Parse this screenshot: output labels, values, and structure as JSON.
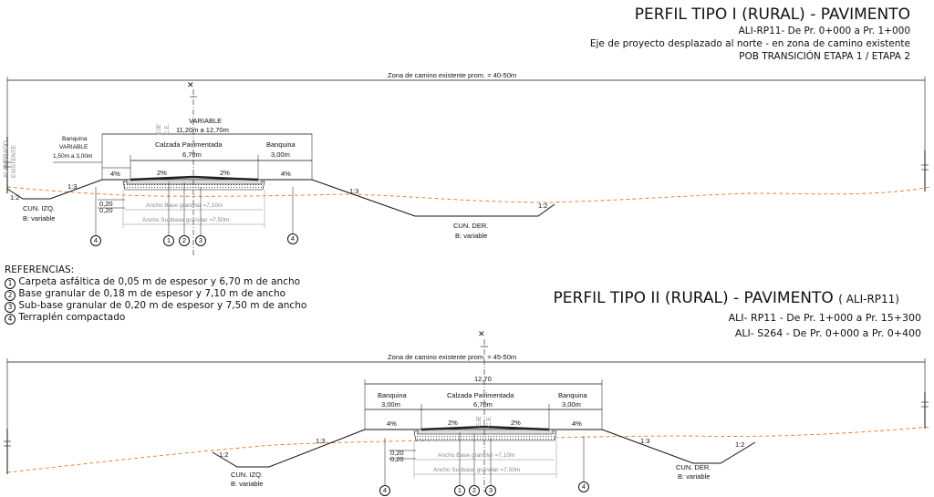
{
  "profile1": {
    "title": "PERFIL TIPO I (RURAL) - PAVIMENTO",
    "sub1": "ALI-RP11- De Pr. 0+000 a  Pr. 1+000",
    "sub2": "Eje de proyecto desplazado al norte - en zona de camino existente",
    "sub3": "POB TRANSICIÓN ETAPA 1 / ETAPA 2",
    "zona": "Zona de camino existente prom. = 40-50m",
    "variable": "VARIABLE",
    "variable_dim": "11,20m  a 12,70m",
    "calzada": "Calzada Pavimentada",
    "calzada_dim": "6,70m",
    "banquina": "Banquina",
    "banquina_dim": "3,00m",
    "banquina_var": "Banquina",
    "banquina_var2": "VARIABLE",
    "banquina_var_dim": "1,50m a 3,00m",
    "alambrado": "ALAMBRADO",
    "existente": "EXISTENTE",
    "eje": "EJE",
    "ce": "C.E.",
    "slope_4a": "4%",
    "slope_2a": "2%",
    "slope_2b": "2%",
    "slope_4b": "4%",
    "ratio_12a": "1:2",
    "ratio_13a": "1:3",
    "ratio_13b": "1:3",
    "ratio_12b": "1:2",
    "thick_020a": "0,20",
    "thick_020b": "0,20",
    "base": "Ancho Base granular =7,10m",
    "subbase": "Ancho Subbase granular =7,50m",
    "cun_izq": "CUN. IZQ.",
    "cun_izq_b": "B: variable",
    "cun_der": "CUN. DER.",
    "cun_der_b": "B: variable",
    "markers": [
      "4",
      "1",
      "2",
      "3",
      "4"
    ]
  },
  "references": {
    "title": "REFERENCIAS:",
    "items": [
      {
        "num": "1",
        "text": "Carpeta asfáltica de 0,05 m de espesor y 6,70 m de ancho"
      },
      {
        "num": "2",
        "text": "Base granular de 0,18 m de espesor y 7,10 m de ancho"
      },
      {
        "num": "3",
        "text": "Sub-base granular de 0,20 m de espesor y 7,50 m de ancho"
      },
      {
        "num": "4",
        "text": "Terraplén compactado"
      }
    ]
  },
  "profile2": {
    "title": "PERFIL TIPO II (RURAL) - PAVIMENTO",
    "title_suffix": "( ALI-RP11)",
    "sub1": "ALI- RP11 - De Pr. 1+000 a  Pr. 15+300",
    "sub2": "ALI- S264 - De Pr. 0+000 a  Pr. 0+400",
    "zona": "Zona de camino existente prom. = 45-50m",
    "total_dim": "12,70",
    "calzada": "Calzada Pavimentada",
    "calzada_dim": "6,70m",
    "banquina_l": "Banquina",
    "banquina_l_dim": "3,00m",
    "banquina_r": "Banquina",
    "banquina_r_dim": "3,00m",
    "eje": "EJE",
    "ce": "C.E.",
    "slope_4a": "4%",
    "slope_2a": "2%",
    "slope_2b": "2%",
    "slope_4b": "4%",
    "ratio_12a": "1:2",
    "ratio_13a": "1:3",
    "ratio_13b": "1:3",
    "ratio_12b": "1:2",
    "thick_020a": "0,20",
    "thick_020b": "0,20",
    "base": "Ancho Base granular =7,10m",
    "subbase": "Ancho Subbase granular =7,50m",
    "cun_izq": "CUN. IZQ.",
    "cun_izq_b": "B: variable",
    "cun_der": "CUN. DER.",
    "cun_der_b": "B: variable",
    "markers": [
      "4",
      "1",
      "2",
      "3",
      "4"
    ]
  },
  "colors": {
    "line": "#111111",
    "terrain": "#e07a2a",
    "grey": "#888888",
    "asphalt": "#222222"
  }
}
